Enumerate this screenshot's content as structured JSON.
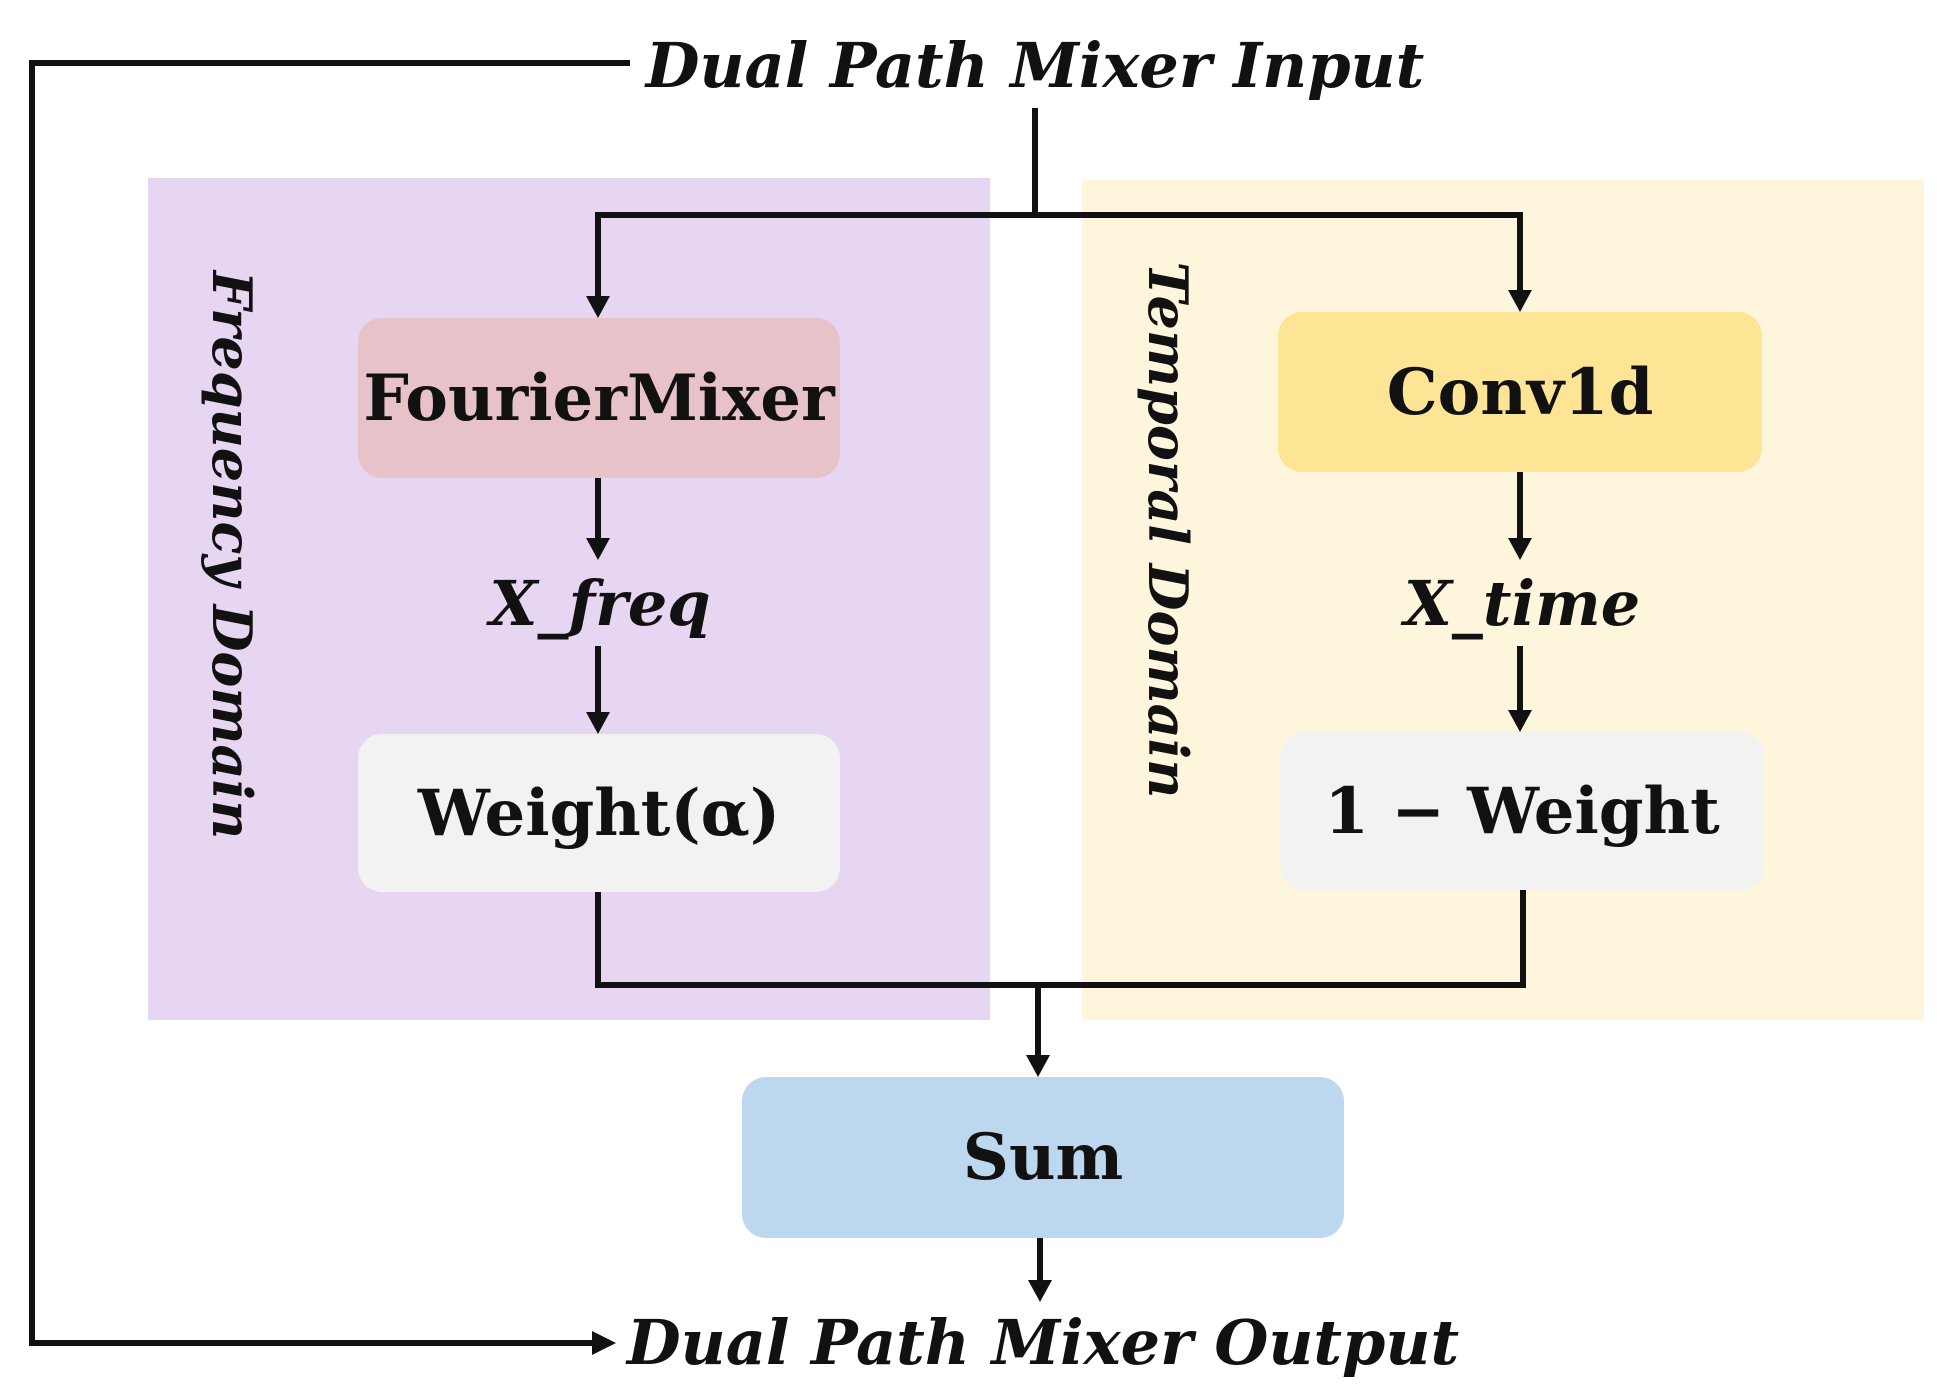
{
  "title_input": "Dual Path Mixer Input",
  "title_output": "Dual Path Mixer Output",
  "frequency_domain": {
    "label": "Frequency Domain",
    "color": "#e6d6f1",
    "mixer": {
      "label": "FourierMixer",
      "color": "#e8c2c9"
    },
    "signal": "X_freq",
    "weight": {
      "label": "Weight(α)",
      "color": "#f2f2f2"
    }
  },
  "temporal_domain": {
    "label": "Temporal Domain",
    "color": "#fdf5dc",
    "mixer": {
      "label": "Conv1d",
      "color": "#fde595"
    },
    "signal": "X_time",
    "weight": {
      "label": "1 − Weight",
      "color": "#f2f2f2"
    }
  },
  "sum": {
    "label": "Sum",
    "color": "#bdd7ee"
  },
  "line_color": "#111111"
}
